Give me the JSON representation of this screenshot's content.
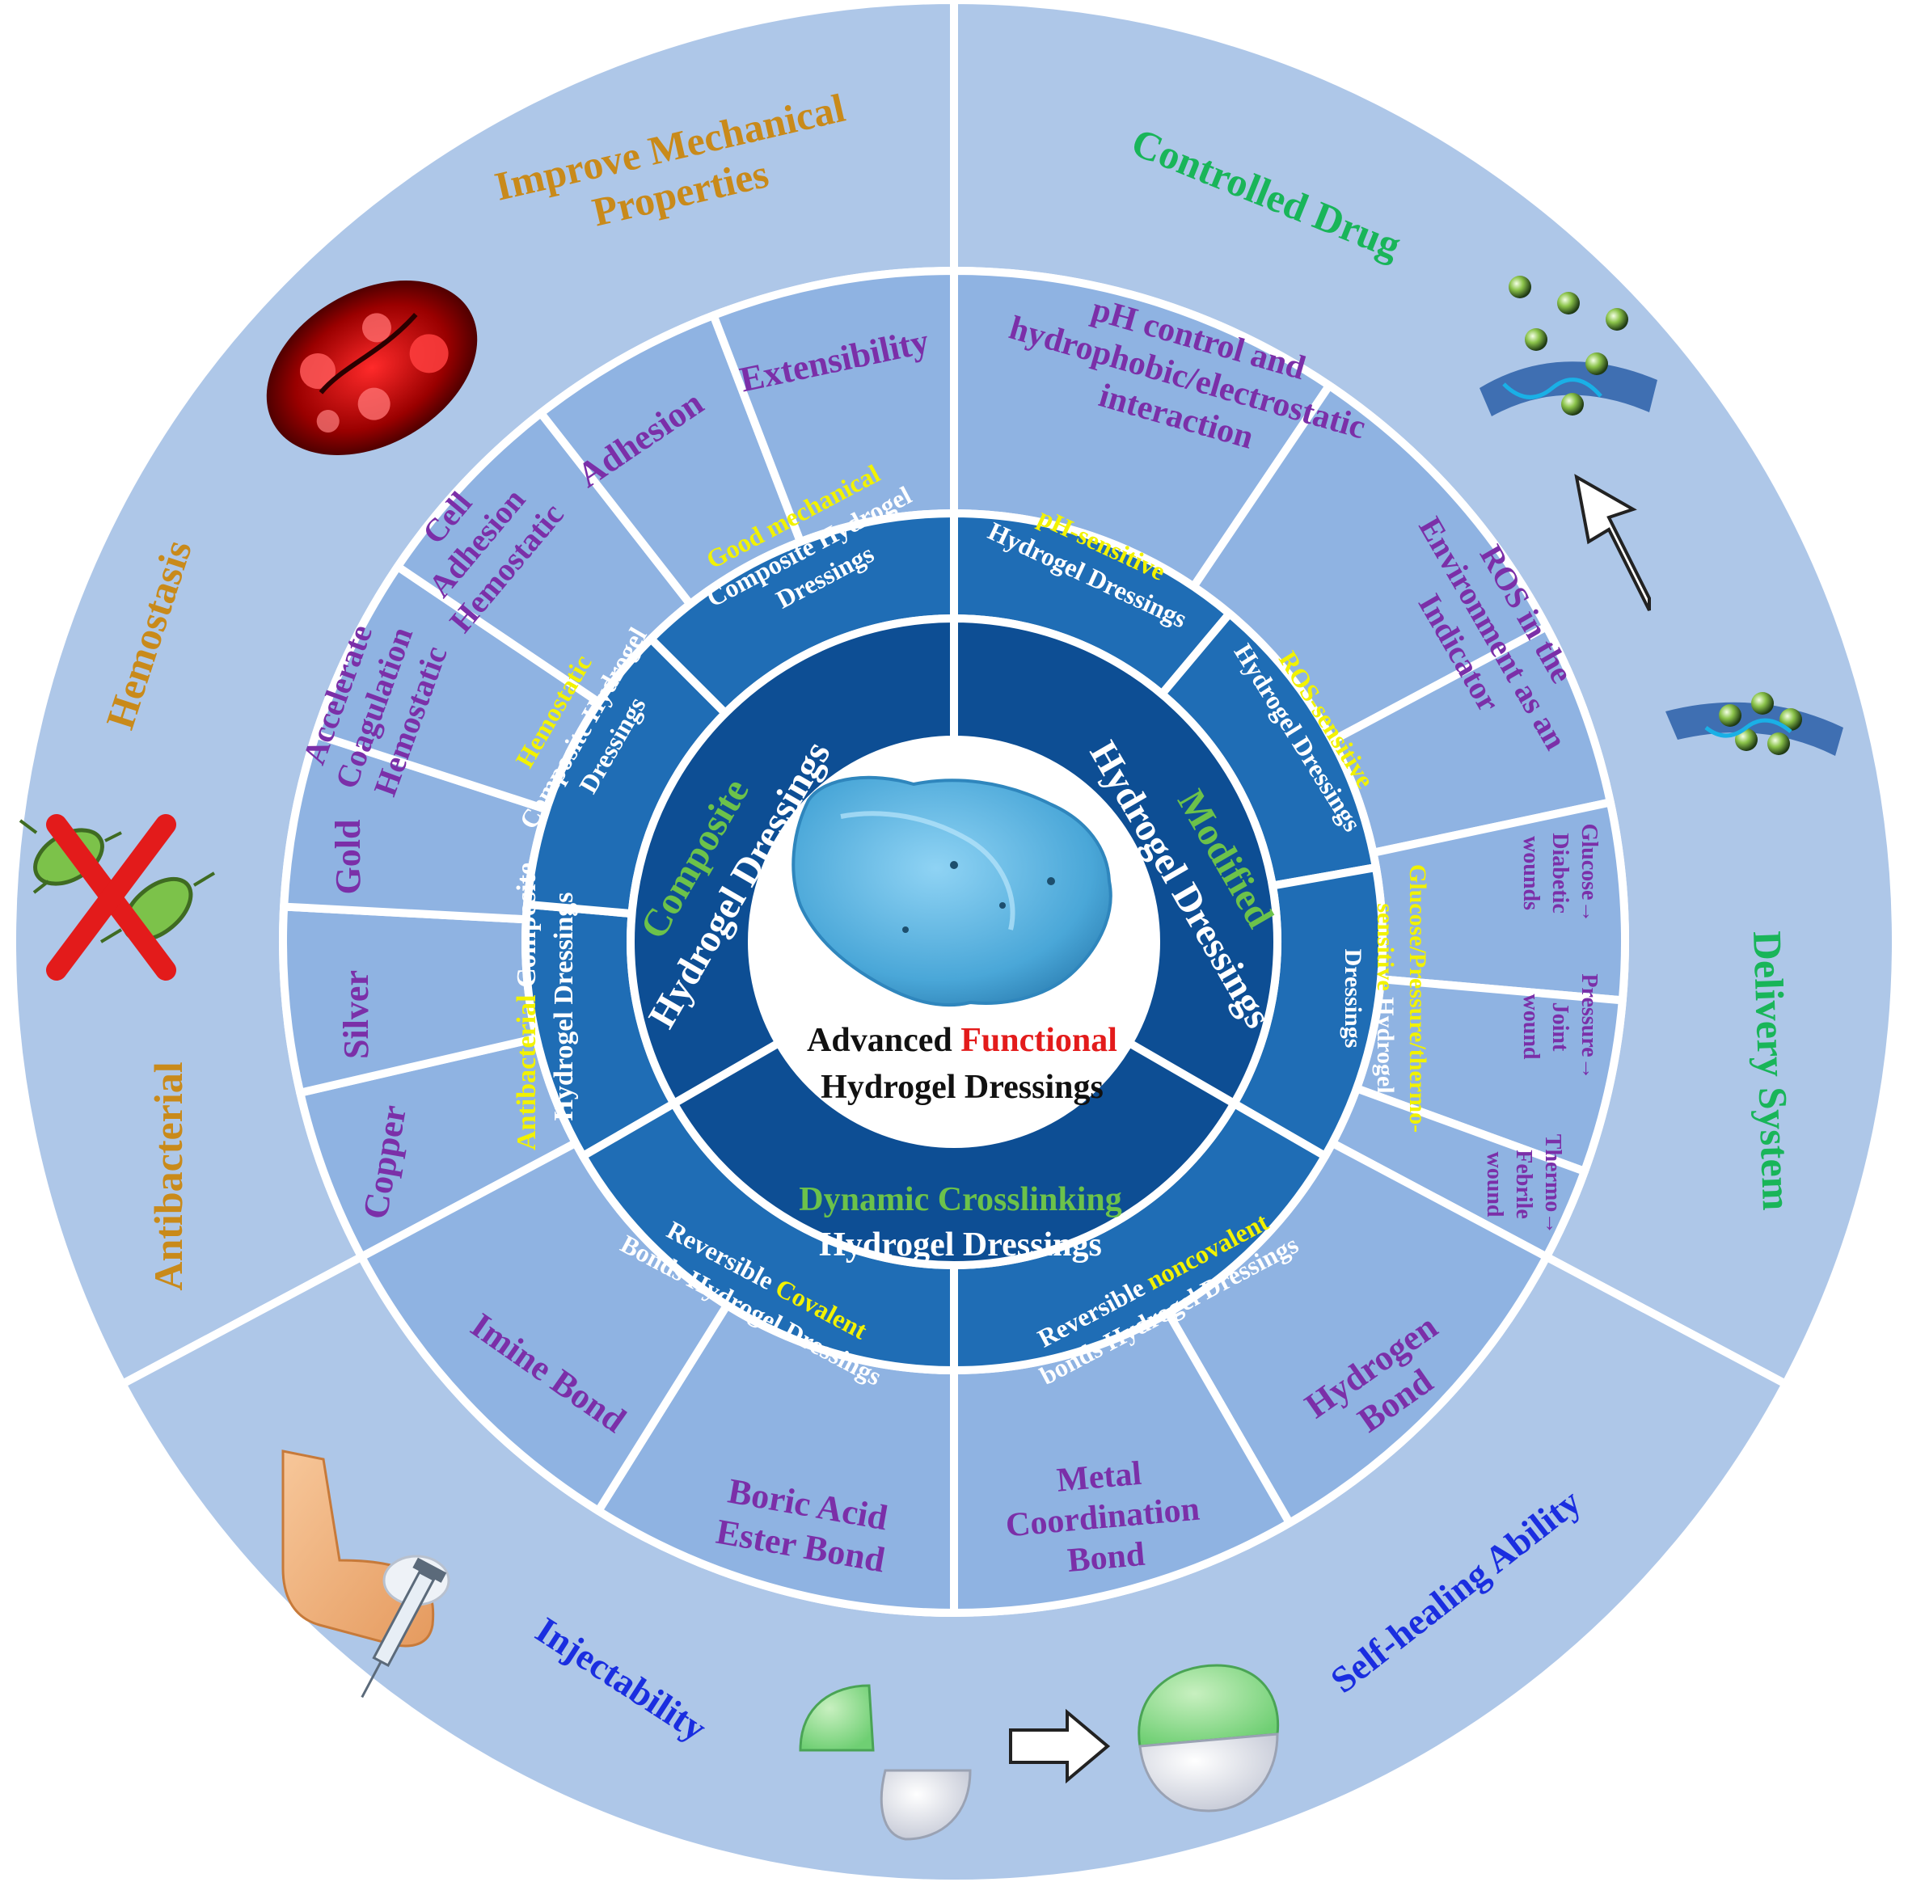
{
  "center": {
    "line1_a": "Advanced",
    "line1_b": "Functional",
    "line2": "Hydrogel Dressings"
  },
  "core": {
    "composite": {
      "l1": "Composite",
      "l2": "Hydrogel Dressings"
    },
    "modified": {
      "l1": "Modified",
      "l2": "Hydrogel Dressings"
    },
    "dynamic": {
      "l1": "Dynamic Crosslinking",
      "l2": "Hydrogel Dressings"
    }
  },
  "ring2": {
    "antibacterial": {
      "hl": "Antibacterial",
      "rest1": " Composite",
      "rest2": "Hydrogel Dressings"
    },
    "hemostatic": {
      "hl": "Hemostatic",
      "rest1": "Composite Hydrogel",
      "rest2": "Dressings"
    },
    "mechanical": {
      "pre": "Good",
      "hl": " mechanical",
      "rest1": "Composite Hydrogel",
      "rest2": "Dressings"
    },
    "ph": {
      "hl": "pH-sensitive",
      "rest1": "Hydrogel Dressings"
    },
    "ros": {
      "hl": "ROS-sensitive",
      "rest1": "Hydrogel Dressings"
    },
    "glucose": {
      "hl1": "Glucose/Pressure/thermo-",
      "hl2": "sensitive",
      "rest2": " Hydrogel",
      "rest3": "Dressings"
    },
    "covalent": {
      "pre": "Reversible ",
      "hl": "Covalent",
      "rest2": "Bonds Hydrogel Dressings"
    },
    "noncovalent": {
      "pre": "Reversible ",
      "hl": "noncovalent",
      "rest2": "bonds Hydrogel Dressings"
    }
  },
  "ring3": {
    "copper": "Copper",
    "silver": "Silver",
    "gold": "Gold",
    "accelerate": [
      "Accelerate",
      "Coagulation",
      "Hemostatic"
    ],
    "cell": [
      "Cell",
      "Adhesion",
      "Hemostatic"
    ],
    "adhesion": "Adhesion",
    "extensibility": "Extensibility",
    "phcontrol": [
      "pH control and",
      "hydrophobic/electrostatic",
      "interaction"
    ],
    "rosind": [
      "ROS in the",
      "Environment as an",
      "Indicator"
    ],
    "glucose": [
      "Glucose→",
      "Diabetic",
      "wounds"
    ],
    "pressure": [
      "Pressure→",
      "Joint",
      "wound"
    ],
    "thermo": [
      "Thermo→",
      "Febrile",
      "wound"
    ],
    "hydrogen": [
      "Hydrogen",
      "Bond"
    ],
    "metal": [
      "Metal",
      "Coordination",
      "Bond"
    ],
    "boric": [
      "Boric Acid",
      "Ester Bond"
    ],
    "imine": "Imine Bond"
  },
  "outer": {
    "mechanical": [
      "Improve Mechanical",
      "Properties"
    ],
    "hemostasis": "Hemostasis",
    "antibacterial": "Antibacterial",
    "controlled": "Controlled Drug",
    "delivery": "Delivery System",
    "injectability": "Injectability",
    "selfhealing": "Self-healing Ability"
  },
  "colors": {
    "page_bg": "#ffffff",
    "outer_ring": "#aec7e8",
    "ring3": "#8fb3e2",
    "ring2": "#1f6db5",
    "ring1": "#0d4e94",
    "center": "#ffffff",
    "label_purple": "#7b2fa8",
    "label_highlight": "#f2f200",
    "label_green": "#6cc24a",
    "outer_orange": "#c98a1a",
    "outer_green": "#19b559",
    "outer_blue": "#1a2ee0",
    "accent_red": "#e31b1b"
  }
}
